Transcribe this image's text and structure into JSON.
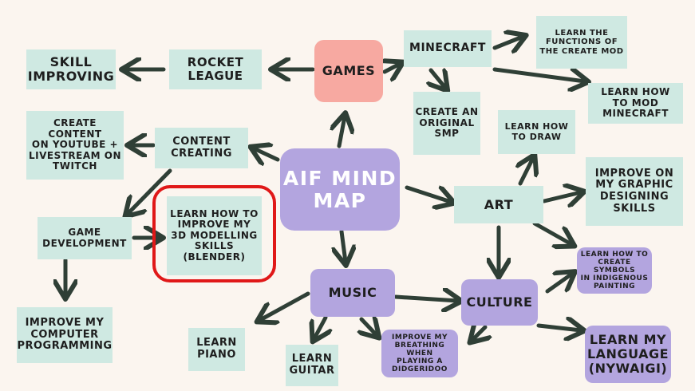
{
  "center": "AIF MIND\nMAP",
  "nodes": {
    "games": "GAMES",
    "rocket_league": "ROCKET\nLEAGUE",
    "skill_improving": "SKILL\nIMPROVING",
    "minecraft": "MINECRAFT",
    "learn_create_mod": "LEARN THE\nFUNCTIONS OF\nTHE CREATE MOD",
    "learn_mod_minecraft": "LEARN HOW\nTO MOD MINECRAFT",
    "create_smp": "CREATE AN\nORIGINAL\nSMP",
    "content_creating": "CONTENT\nCREATING",
    "create_content": "CREATE CONTENT\nON YOUTUBE +\nLIVESTREAM ON\nTWITCH",
    "game_development": "GAME\nDEVELOPMENT",
    "improve_programming": "IMPROVE MY\nCOMPUTER\nPROGRAMMING",
    "learn_3d_modelling": "LEARN HOW TO\nIMPROVE MY\n3D MODELLING\nSKILLS\n(BLENDER)",
    "art": "ART",
    "learn_draw": "LEARN HOW\nTO DRAW",
    "improve_graphic": "IMPROVE ON\nMY GRAPHIC\nDESIGNING\nSKILLS",
    "learn_symbols": "LEARN HOW TO\nCREATE SYMBOLS\nIN INDIGENOUS\nPAINTING",
    "music": "MUSIC",
    "learn_piano": "LEARN\nPIANO",
    "learn_guitar": "LEARN\nGUITAR",
    "improve_breathing": "IMPROVE MY\nBREATHING WHEN\nPLAYING A\nDIDGERIDOO",
    "culture": "CULTURE",
    "learn_language": "LEARN MY\nLANGUAGE\n(NYWAIGI)"
  },
  "colors": {
    "background": "#fbf5ef",
    "mint": "#cfe9e2",
    "lavender": "#b3a5df",
    "pink": "#f7a9a1",
    "arrow": "#2f3f36",
    "highlight": "#e01818"
  }
}
